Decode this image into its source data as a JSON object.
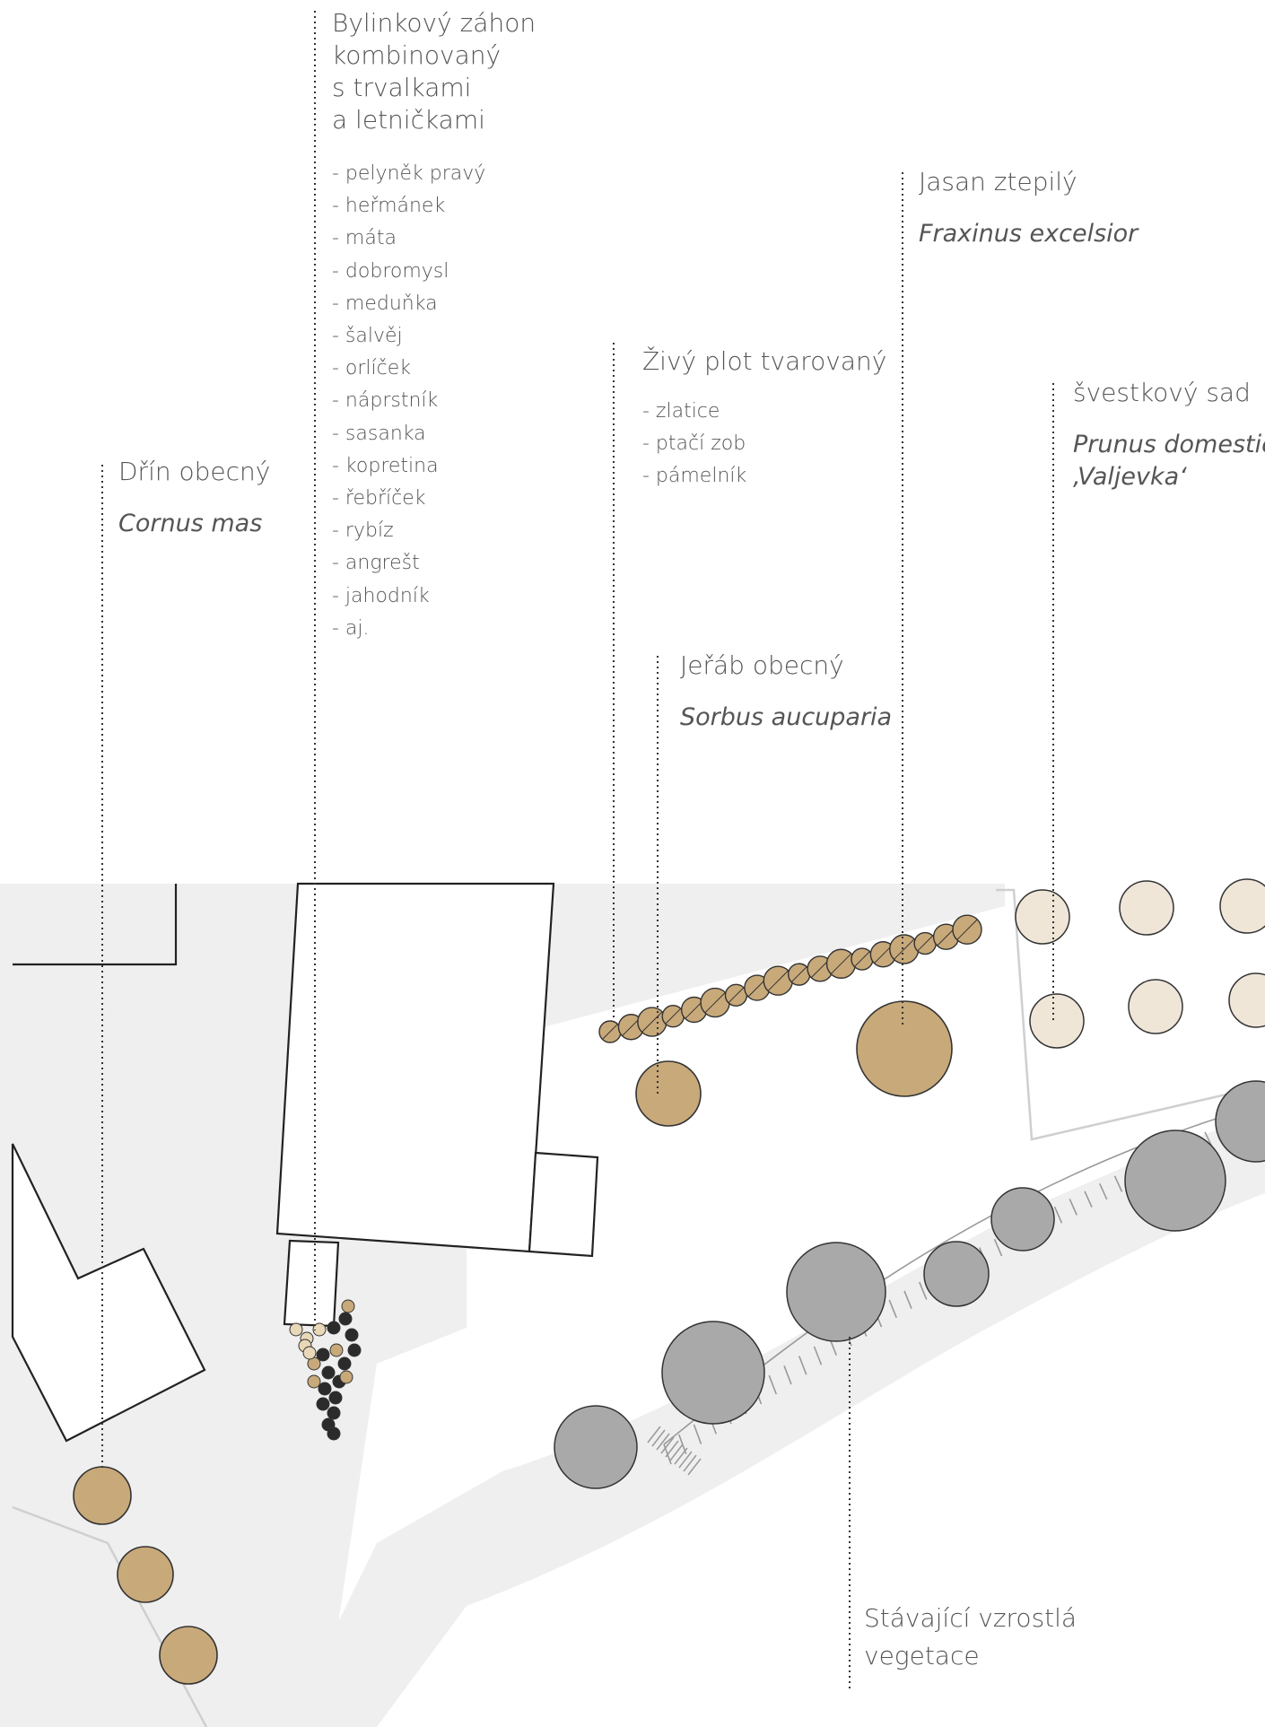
{
  "labels": {
    "herb_bed": {
      "title": [
        "Bylinkový záhon",
        "kombinovaný",
        "s trvalkami",
        "a letničkami"
      ],
      "items": [
        "- pelyněk pravý",
        "- heřmánek",
        "- máta",
        "- dobromysl",
        "- meduňka",
        "- šalvěj",
        "- orlíček",
        "- náprstník",
        "- sasanka",
        "- kopretina",
        "- řebříček",
        "- rybíz",
        "- angrešt",
        "- jahodník",
        "- aj."
      ]
    },
    "ash": {
      "title": "Jasan ztepilý",
      "latin": "Fraxinus excelsior"
    },
    "hedge": {
      "title": "Živý plot tvarovaný",
      "items": [
        "- zlatice",
        "- ptačí zob",
        "- pámelník"
      ]
    },
    "plum": {
      "title": "švestkový sad",
      "latin_1": "Prunus domestica",
      "latin_2": "‚Valjevka‘"
    },
    "dogwood": {
      "title": "Dřín obecný",
      "latin": "Cornus mas"
    },
    "rowan": {
      "title": "Jeřáb obecný",
      "latin": "Sorbus aucuparia"
    },
    "existing": {
      "title_1": "Stávající vzrostlá",
      "title_2": "vegetace"
    }
  },
  "colors": {
    "paving": "#efefef",
    "tree_new": "#c8a97a",
    "tree_plum": "#efe6d8",
    "tree_existing": "#a9a9a9",
    "perennial_dark": "#2b2b2b"
  }
}
